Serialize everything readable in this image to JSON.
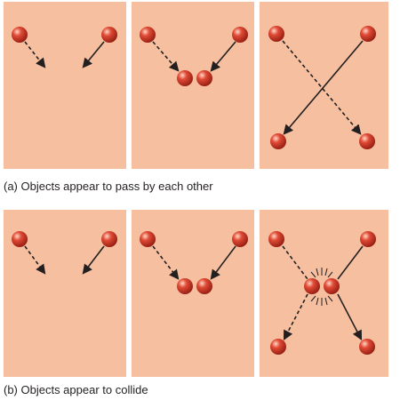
{
  "rows": [
    {
      "caption": "(a) Objects appear to pass by each other",
      "frames": [
        "start",
        "meet",
        "pass"
      ]
    },
    {
      "caption": "(b) Objects appear to collide",
      "frames": [
        "start",
        "meet",
        "collide"
      ]
    }
  ],
  "colors": {
    "panel": "#f6c0a0",
    "ball": "#d63a2a",
    "ball_dark": "#8f1a10",
    "ball_highlight": "#ffd8c8",
    "arrow": "#231f20"
  }
}
